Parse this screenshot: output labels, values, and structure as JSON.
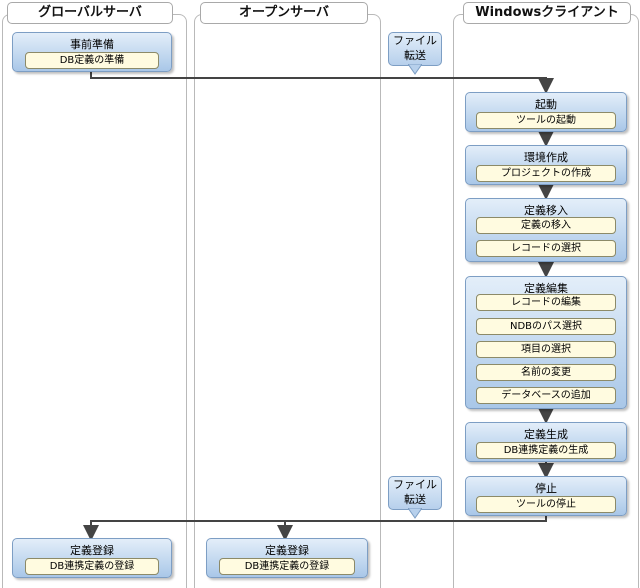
{
  "lanes": {
    "global": "グローバルサーバ",
    "open": "オープンサーバ",
    "windows": "Windowsクライアント"
  },
  "prep": {
    "title": "事前準備",
    "steps": [
      "DB定義の準備"
    ]
  },
  "startup": {
    "title": "起動",
    "steps": [
      "ツールの起動"
    ]
  },
  "env": {
    "title": "環境作成",
    "steps": [
      "プロジェクトの作成"
    ]
  },
  "migrate": {
    "title": "定義移入",
    "steps": [
      "定義の移入",
      "レコードの選択"
    ]
  },
  "edit": {
    "title": "定義編集",
    "steps": [
      "レコードの編集",
      "NDBのパス選択",
      "項目の選択",
      "名前の変更",
      "データベースの追加"
    ]
  },
  "generate": {
    "title": "定義生成",
    "steps": [
      "DB連携定義の生成"
    ]
  },
  "stop": {
    "title": "停止",
    "steps": [
      "ツールの停止"
    ]
  },
  "register_global": {
    "title": "定義登録",
    "steps": [
      "DB連携定義の登録"
    ]
  },
  "register_open": {
    "title": "定義登録",
    "steps": [
      "DB連携定義の登録"
    ]
  },
  "transfer1": {
    "line1": "ファイル",
    "line2": "転送"
  },
  "transfer2": {
    "line1": "ファイル",
    "line2": "転送"
  }
}
